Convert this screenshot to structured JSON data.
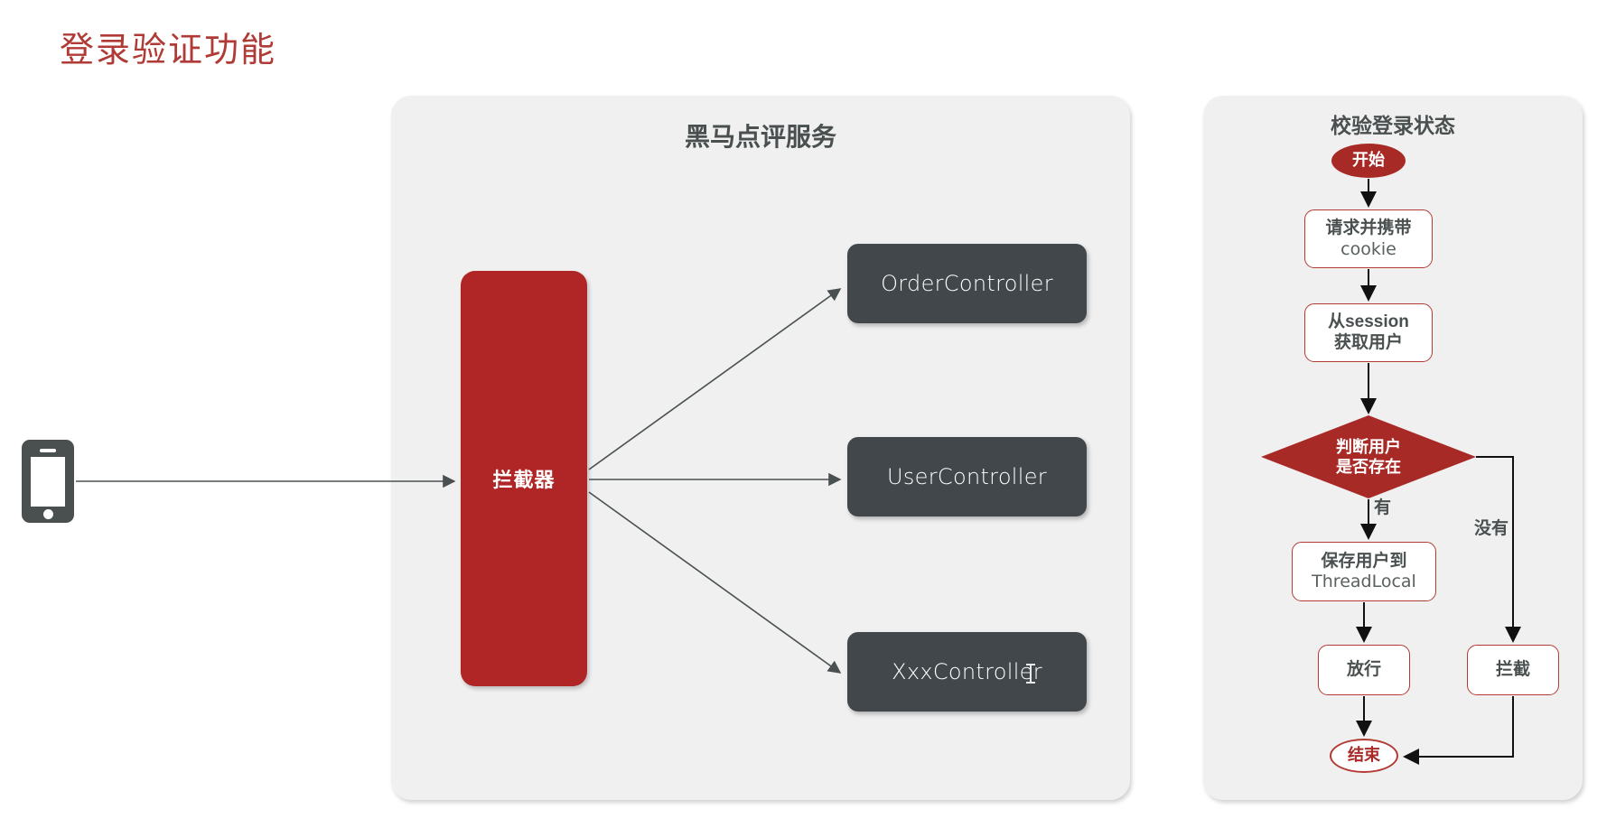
{
  "page": {
    "title": "登录验证功能",
    "title_color": "#b03a35",
    "background": "#ffffff"
  },
  "colors": {
    "panel_bg": "#f0f0f0",
    "accent_red": "#a82a26",
    "interceptor_red": "#b02525",
    "controller_gray": "#41474a",
    "node_border_red": "#b23a33",
    "text_dark": "#4a5050"
  },
  "client": {
    "icon": "mobile-phone-icon"
  },
  "service_panel": {
    "title": "黑马点评服务",
    "interceptor": {
      "label": "拦截器"
    },
    "controllers": [
      {
        "label": "OrderController"
      },
      {
        "label": "UserController"
      },
      {
        "label": "XxxController"
      }
    ]
  },
  "flow_panel": {
    "title": "校验登录状态",
    "nodes": [
      {
        "id": "start",
        "shape": "ellipse",
        "label": "开始"
      },
      {
        "id": "request",
        "shape": "rect",
        "label": "请求并携带",
        "sublabel": "cookie"
      },
      {
        "id": "get-session",
        "shape": "rect",
        "label": "从session",
        "sublabel": "获取用户"
      },
      {
        "id": "decision",
        "shape": "diamond",
        "label": "判断用户",
        "sublabel": "是否存在"
      },
      {
        "id": "threadlocal",
        "shape": "rect",
        "label": "保存用户到",
        "sublabel": "ThreadLocal"
      },
      {
        "id": "pass",
        "shape": "rect",
        "label": "放行"
      },
      {
        "id": "block",
        "shape": "rect",
        "label": "拦截"
      },
      {
        "id": "end",
        "shape": "ellipse",
        "label": "结束"
      }
    ],
    "edge_labels": [
      {
        "id": "yes",
        "label": "有"
      },
      {
        "id": "no",
        "label": "没有"
      }
    ]
  }
}
